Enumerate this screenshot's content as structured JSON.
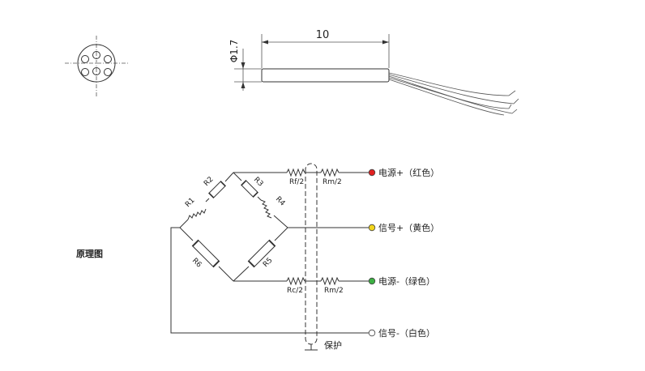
{
  "section_label": "原理图",
  "dimensions": {
    "length": "10",
    "diameter": "Φ1.7"
  },
  "resistors": {
    "r1": "R1",
    "r2": "R2",
    "r3": "R3",
    "r4": "R4",
    "r5": "R5",
    "r6": "R6",
    "rf2": "Rf/2",
    "rm2_top": "Rm/2",
    "rc2": "Rc/2",
    "rm2_bottom": "Rm/2"
  },
  "terminals": [
    {
      "label": "电源+（红色）",
      "color": "#e02020"
    },
    {
      "label": "信号+（黄色）",
      "color": "#f2d51c"
    },
    {
      "label": "电源-（绿色）",
      "color": "#3cb043"
    },
    {
      "label": "信号-（白色）",
      "color": "#ffffff"
    }
  ],
  "shield_label": "保护"
}
